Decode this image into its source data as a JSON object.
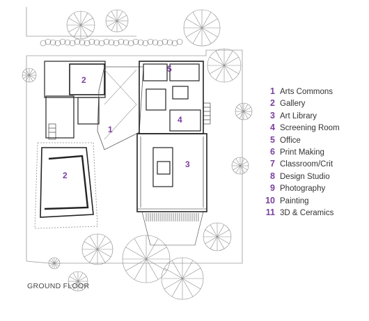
{
  "legend": [
    {
      "number": "1",
      "name": "Arts Commons"
    },
    {
      "number": "2",
      "name": "Gallery"
    },
    {
      "number": "3",
      "name": "Art Library"
    },
    {
      "number": "4",
      "name": "Screening Room"
    },
    {
      "number": "5",
      "name": "Office"
    },
    {
      "number": "6",
      "name": "Print Making"
    },
    {
      "number": "7",
      "name": "Classroom/Crit"
    },
    {
      "number": "8",
      "name": "Design Studio"
    },
    {
      "number": "9",
      "name": "Photography"
    },
    {
      "number": "10",
      "name": "Painting"
    },
    {
      "number": "11",
      "name": "3D & Ceramics"
    }
  ],
  "plan_labels": {
    "gallery_upper": "2",
    "gallery_lower": "2",
    "commons": "1",
    "library": "3",
    "screening": "4",
    "office": "5"
  },
  "floor_label": "GROUND FLOOR",
  "colors": {
    "accent": "#7a3f9d",
    "line": "#222222"
  }
}
